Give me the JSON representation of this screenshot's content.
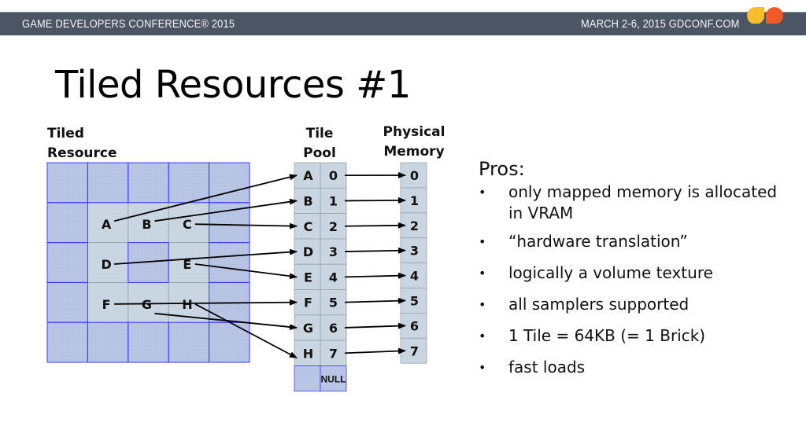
{
  "header": {
    "left_text": "GAME DEVELOPERS CONFERENCE® 2015",
    "right_text": "MARCH 2-6, 2015  GDCONF.COM",
    "logo_icon": "gdc-logo-icon",
    "bar_color": "#4b5564",
    "logo_colors": [
      "#f6be2c",
      "#ef5a28"
    ]
  },
  "slide": {
    "title": "Tiled Resources #1"
  },
  "diagram": {
    "tiled_resource_label_line1": "Tiled",
    "tiled_resource_label_line2": "Resource",
    "tile_pool_label_line1": "Tile",
    "tile_pool_label_line2": "Pool",
    "physical_memory_label_line1": "Physical",
    "physical_memory_label_line2": "Memory",
    "grid_cols": 5,
    "grid_rows": 5,
    "unmapped_color": "#b9c5e4",
    "mapped_color": "#c9d5e0",
    "grid_line_color": "#3b3bff",
    "resource_tiles": [
      {
        "label": "A",
        "col": 1,
        "row": 1
      },
      {
        "label": "B",
        "col": 2,
        "row": 1
      },
      {
        "label": "C",
        "col": 3,
        "row": 1
      },
      {
        "label": "D",
        "col": 1,
        "row": 2
      },
      {
        "label": "E",
        "col": 3,
        "row": 2
      },
      {
        "label": "F",
        "col": 1,
        "row": 3
      },
      {
        "label": "G",
        "col": 2,
        "row": 3
      },
      {
        "label": "H",
        "col": 3,
        "row": 3
      }
    ],
    "tile_pool": [
      {
        "tile": "A",
        "index": "0"
      },
      {
        "tile": "B",
        "index": "1"
      },
      {
        "tile": "C",
        "index": "2"
      },
      {
        "tile": "D",
        "index": "3"
      },
      {
        "tile": "E",
        "index": "4"
      },
      {
        "tile": "F",
        "index": "5"
      },
      {
        "tile": "G",
        "index": "6"
      },
      {
        "tile": "H",
        "index": "7"
      },
      {
        "tile": "",
        "index": "NULL"
      }
    ],
    "physical_memory": [
      "0",
      "1",
      "2",
      "3",
      "4",
      "5",
      "6",
      "7"
    ]
  },
  "pros": {
    "heading": "Pros:",
    "bullet": "•",
    "items": [
      "only mapped memory is allocated in VRAM",
      "“hardware translation”",
      "logically a volume texture",
      "all samplers supported",
      "1 Tile = 64KB (= 1 Brick)",
      "fast loads"
    ]
  }
}
